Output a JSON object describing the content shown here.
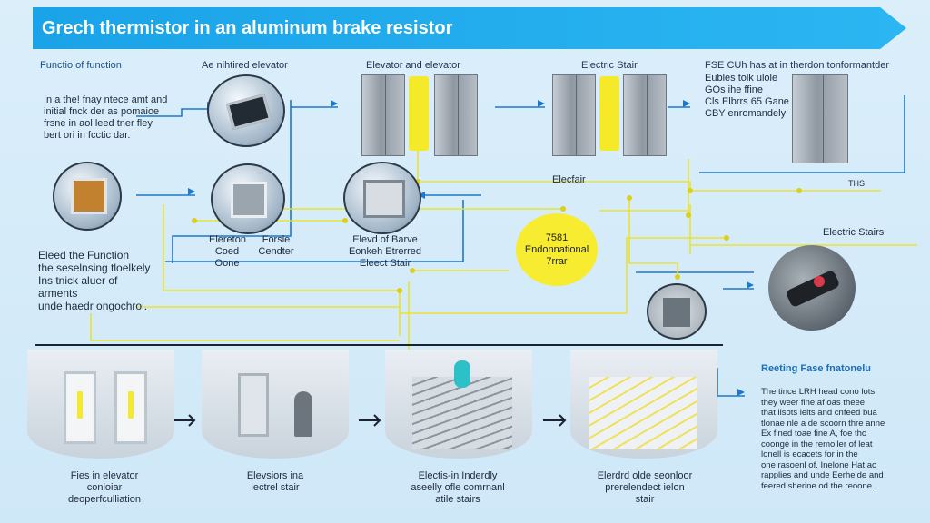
{
  "title": "Grech thermistor in an aluminum brake resistor",
  "headers": {
    "h1": "Functio of function",
    "h2": "Ae nihtired elevator",
    "h3": "Elevator and elevator",
    "h4": "Electric Stair",
    "h5": "FSE CUh has at in therdon tonformantder",
    "h5_lines": [
      "Eubles tolk ulole",
      "GOs  ihe ffine",
      "Cls Elbrrs 65 Gane",
      "CBY enromandely"
    ]
  },
  "left_text_1": [
    "In a the! fnay ntece amt and",
    "initial fnck der as pomaioe",
    "frsne  in  aol leed tner fley",
    "bert ori in  fcctic dar."
  ],
  "left_text_2": [
    "Eleed the Function",
    "the seselnsing tloelkely",
    "Ins tnick aluer of arments",
    "unde haedr ongochrol."
  ],
  "circle_labels": {
    "c1": [
      "Elereton",
      "Coed Oone"
    ],
    "c1b": [
      "Forsle",
      "Cendter"
    ],
    "c2": [
      "Elevd of Barve",
      "Eonkeh  Etrerred",
      "Eleect Stair"
    ]
  },
  "mid_labels": {
    "elektair": "Elecfair",
    "electric_stairs": "Electric Stairs",
    "ths": "THS"
  },
  "badge": [
    "7581",
    "Endonnational",
    "7rrar"
  ],
  "right_heading": "Reeting Fase fnatonelu",
  "right_text": [
    "The  tince  LRH  head  cono  lots",
    "they  weer  fine  af  oas  theee",
    "that  lisots  leits  and  cnfeed  bua",
    "tlonae  nle  a de scoorn  thre  anne",
    "Ex  fined  toae  fine  A,  foe  tho",
    "coonge  in  the  remoller  of  leat",
    "lonell  is  ecacets  for  in  the",
    "one  rasoenl  of.  Inelone  Hat  ao",
    "rapplies and  unde  Eerheide  and",
    "feered  sherine  od  the  reoone."
  ],
  "bottom_captions": [
    [
      "Fies in elevator",
      "conloiar",
      "deoperfculliation"
    ],
    [
      "Elevsiors ina",
      "lectrel stair"
    ],
    [
      "Electis-in  Inderdly",
      "aseelly ofle comrnanl",
      "atile stairs"
    ],
    [
      "Elerdrd olde seonloor",
      "prerelendect  ielon",
      "stair"
    ]
  ],
  "colors": {
    "title_bg": "#1aa3e8",
    "wire_blue": "#1f78c8",
    "wire_yellow": "#e9e331",
    "badge": "#f7ec2f"
  }
}
